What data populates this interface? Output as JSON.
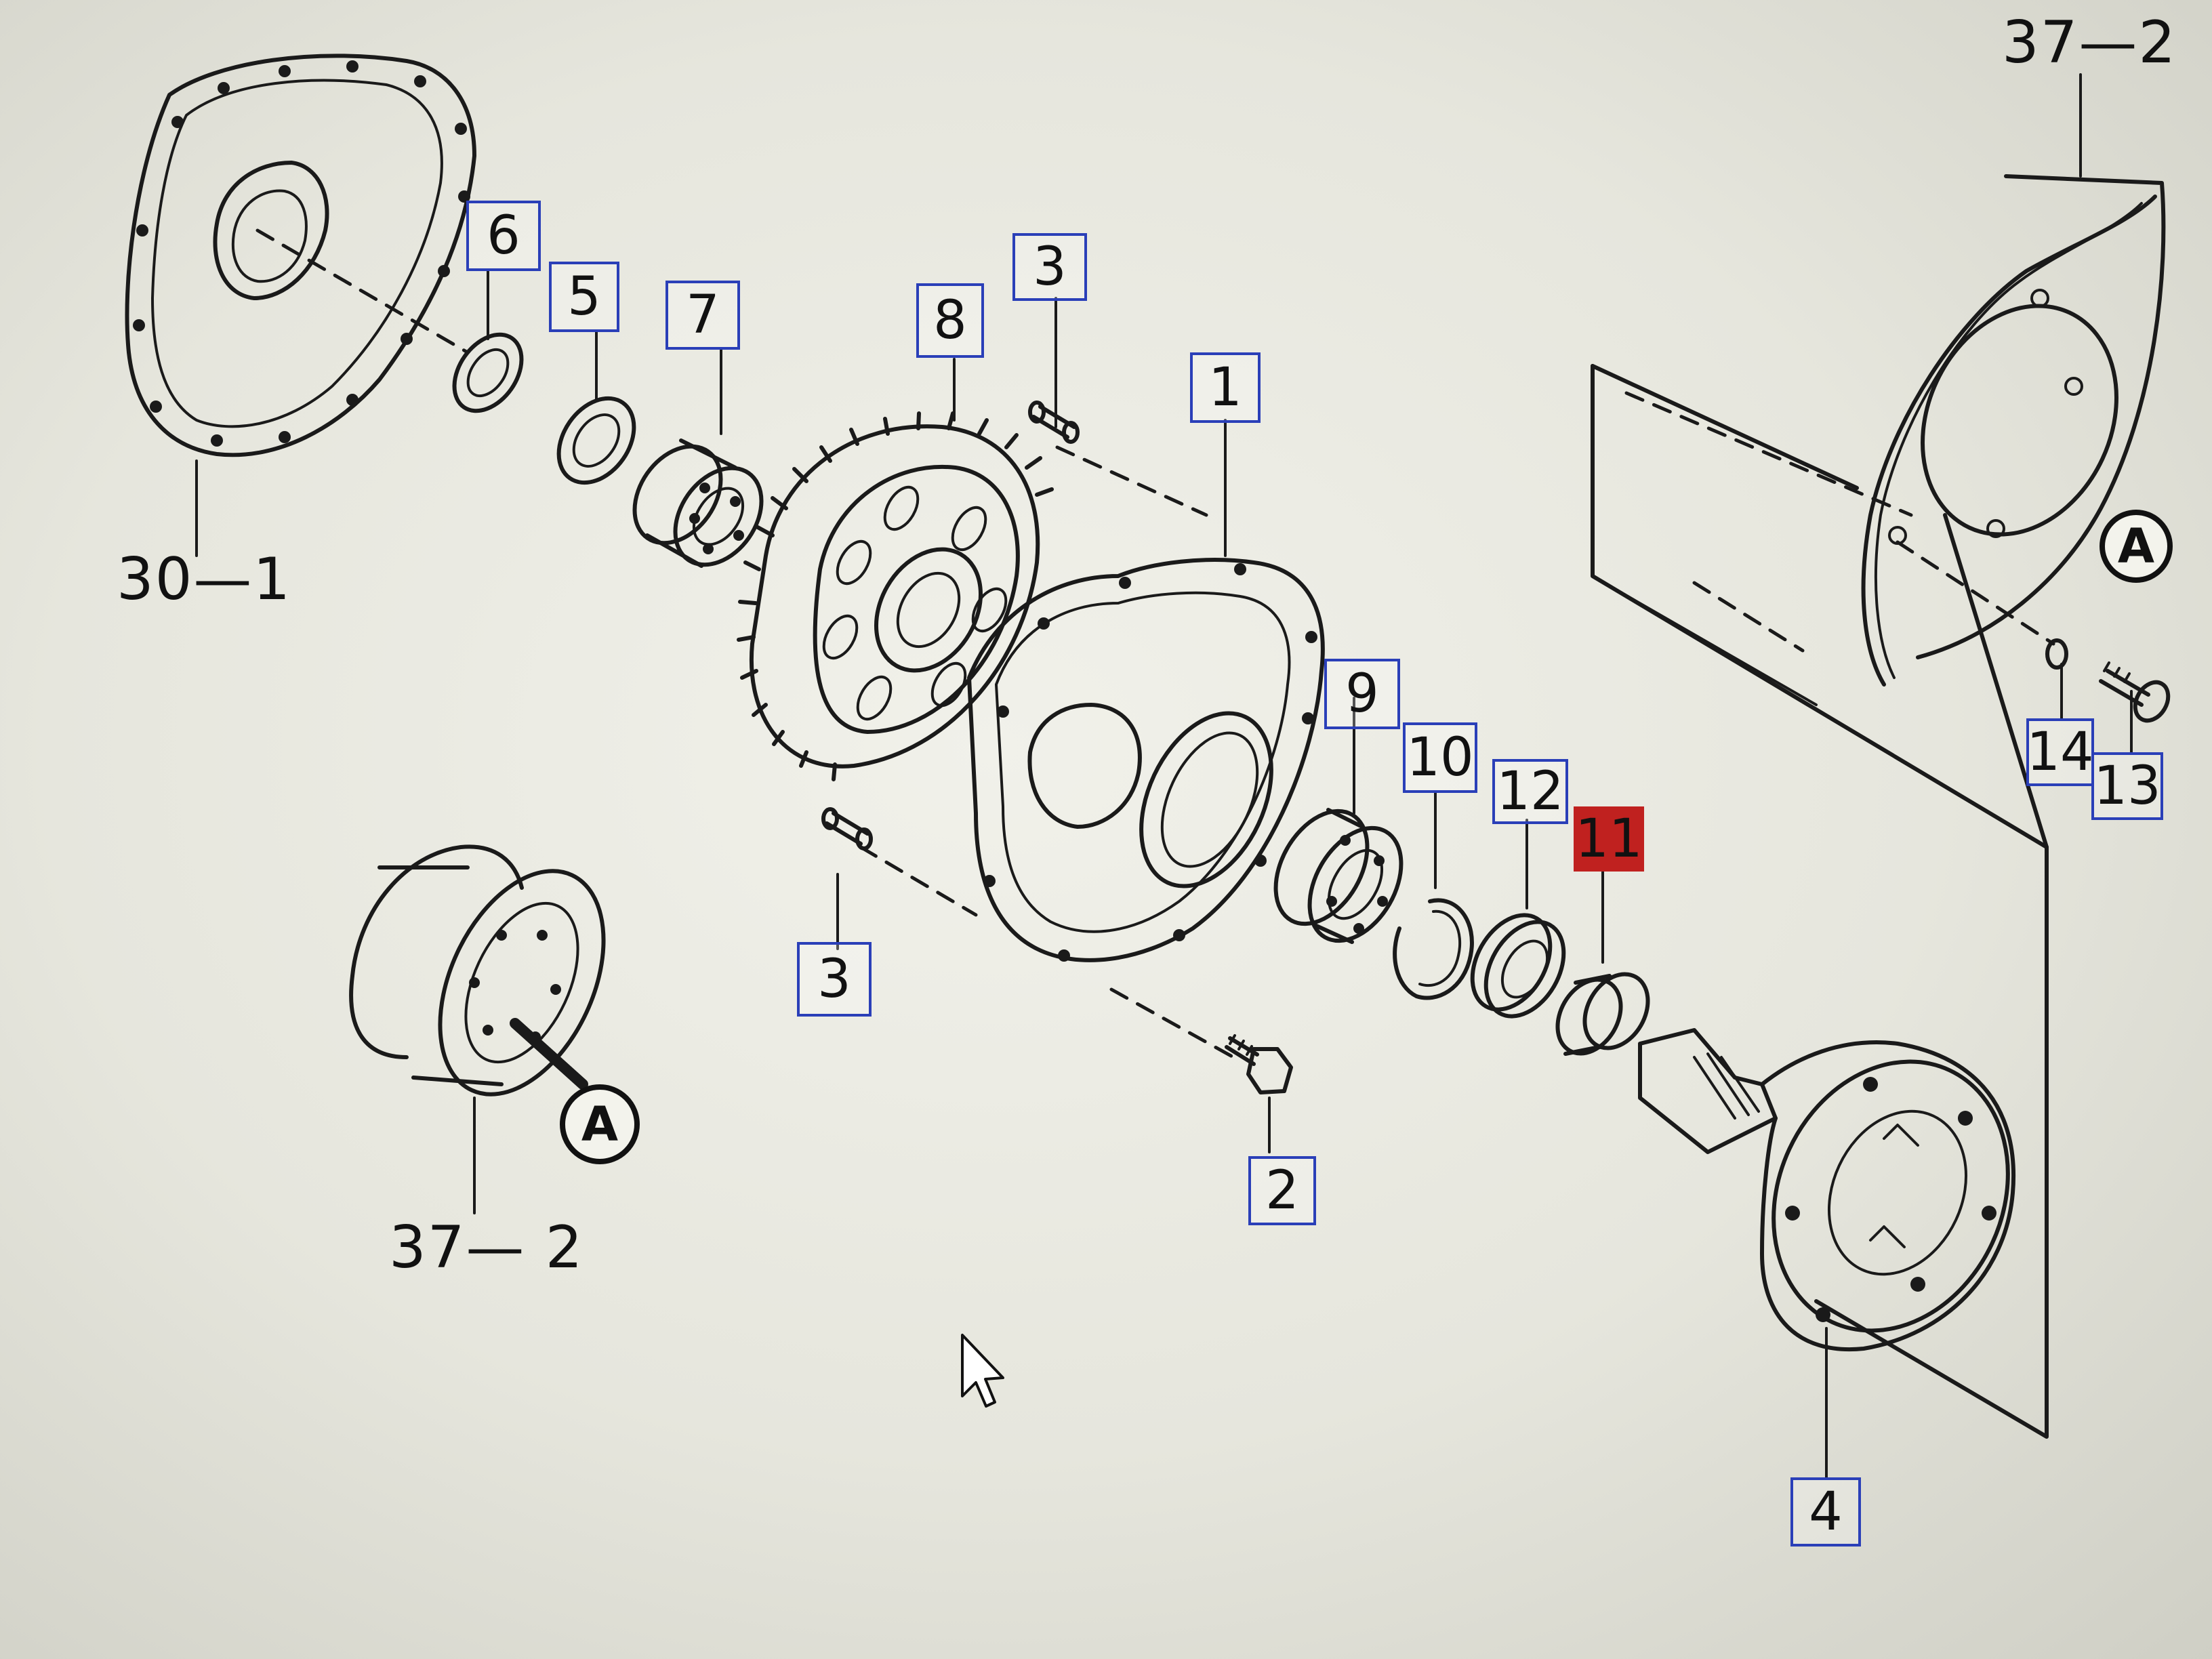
{
  "callouts": {
    "c6": "6",
    "c5": "5",
    "c7": "7",
    "c8": "8",
    "c3_top": "3",
    "c1": "1",
    "c9": "9",
    "c10": "10",
    "c12": "12",
    "c11": "11",
    "c3_bottom": "3",
    "c2": "2",
    "c4": "4",
    "c14": "14",
    "c13": "13"
  },
  "references": {
    "r30_1": "30—1",
    "r37_2_left": "37— 2",
    "r37_2_top": "37—2"
  },
  "markers": {
    "a_left": "A",
    "a_right": "A"
  },
  "colors": {
    "highlight": "#c0211f",
    "callout_border": "#2a3fb8",
    "ink": "#1a1a1a"
  }
}
